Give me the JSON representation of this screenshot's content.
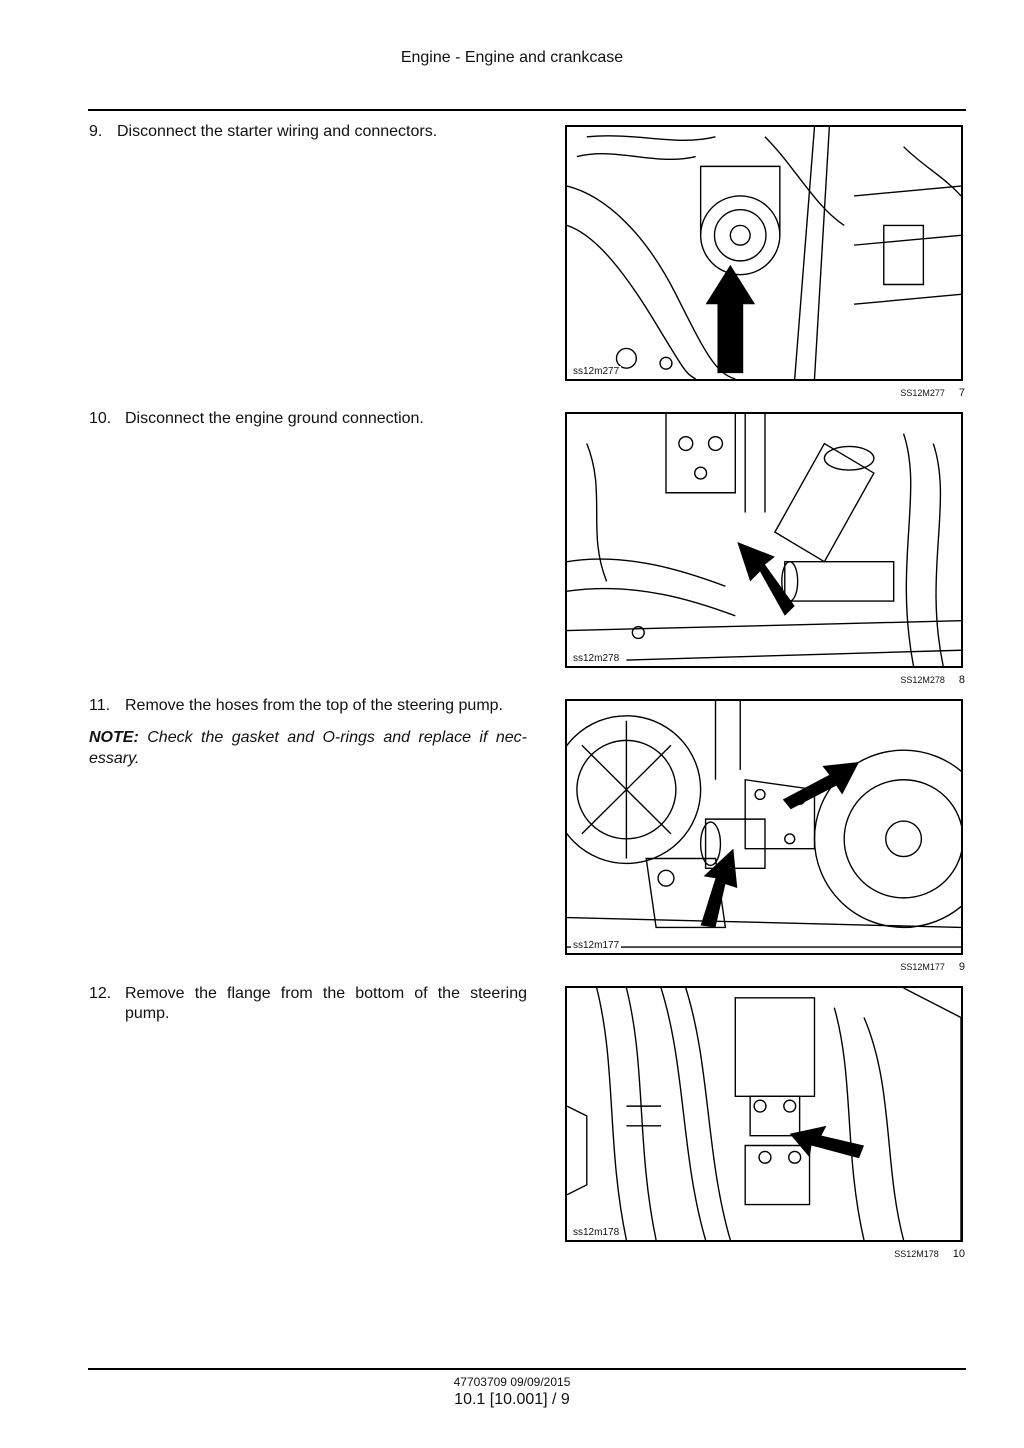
{
  "header": {
    "title": "Engine - Engine and crankcase"
  },
  "steps": [
    {
      "number": "9.",
      "text": "Disconnect the starter wiring and connectors.",
      "figure": {
        "label": "ss12m277",
        "id": "SS12M277",
        "number": "7"
      }
    },
    {
      "number": "10.",
      "text": "Disconnect the engine ground connection.",
      "figure": {
        "label": "ss12m278",
        "id": "SS12M278",
        "number": "8"
      }
    },
    {
      "number": "11.",
      "text": "Remove the hoses from the top of the steering pump.",
      "note_label": "NOTE:",
      "note_text": "Check the gasket and O-rings and replace if nec-essary.",
      "figure": {
        "label": "ss12m177",
        "id": "SS12M177",
        "number": "9"
      }
    },
    {
      "number": "12.",
      "text": "Remove the flange from the bottom of the steering pump.",
      "figure": {
        "label": "ss12m178",
        "id": "SS12M178",
        "number": "10"
      }
    }
  ],
  "footer": {
    "doc_code": "47703709 09/09/2015",
    "page": "10.1 [10.001] / 9"
  }
}
